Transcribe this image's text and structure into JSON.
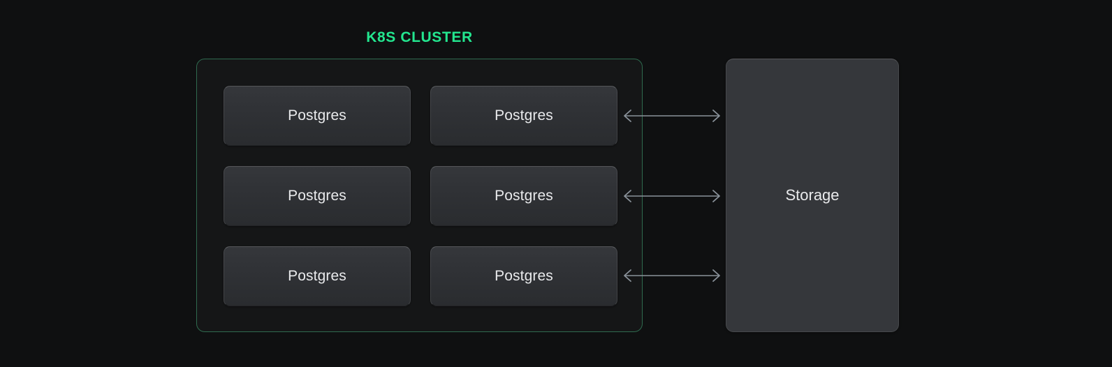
{
  "diagram": {
    "title": "K8S CLUSTER",
    "title_color": "#23e68f",
    "background_color": "#0f1011",
    "cluster": {
      "label": "K8S CLUSTER",
      "border_color": "#2f6b4f",
      "fill_color": "#151617",
      "nodes": [
        {
          "label": "Postgres"
        },
        {
          "label": "Postgres"
        },
        {
          "label": "Postgres"
        },
        {
          "label": "Postgres"
        },
        {
          "label": "Postgres"
        },
        {
          "label": "Postgres"
        }
      ]
    },
    "storage": {
      "label": "Storage",
      "fill_color": "#35373b"
    },
    "connectors": [
      {
        "id": "connector-row-1",
        "kind": "bidirectional-arrow",
        "color": "#8a929a"
      },
      {
        "id": "connector-row-2",
        "kind": "bidirectional-arrow",
        "color": "#8a929a"
      },
      {
        "id": "connector-row-3",
        "kind": "bidirectional-arrow",
        "color": "#8a929a"
      }
    ]
  }
}
